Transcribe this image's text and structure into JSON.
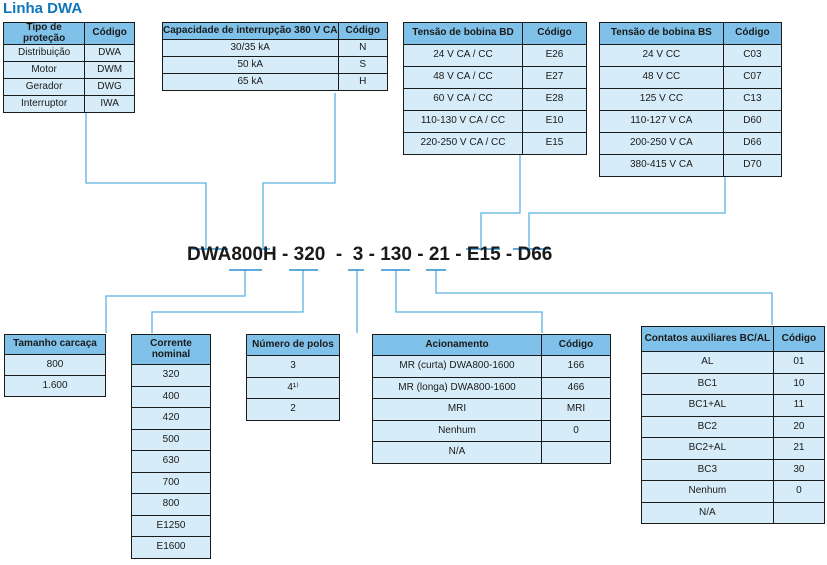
{
  "title": "Linha DWA",
  "code_string": "DWA800H - 320  -  3 - 130 - 21 - E15 - D66",
  "tables": {
    "protecao": {
      "headers": [
        "Tipo de proteção",
        "Código"
      ],
      "rows": [
        [
          "Distribuição",
          "DWA"
        ],
        [
          "Motor",
          "DWM"
        ],
        [
          "Gerador",
          "DWG"
        ],
        [
          "Interruptor",
          "IWA"
        ]
      ]
    },
    "capacidade": {
      "headers": [
        "Capacidade de interrupção 380 V CA",
        "Código"
      ],
      "rows": [
        [
          "30/35 kA",
          "N"
        ],
        [
          "50 kA",
          "S"
        ],
        [
          "65 kA",
          "H"
        ]
      ]
    },
    "bobina_bd": {
      "headers": [
        "Tensão de bobina BD",
        "Código"
      ],
      "rows": [
        [
          "24 V CA / CC",
          "E26"
        ],
        [
          "48 V CA / CC",
          "E27"
        ],
        [
          "60 V CA / CC",
          "E28"
        ],
        [
          "110-130 V CA / CC",
          "E10"
        ],
        [
          "220-250 V CA / CC",
          "E15"
        ]
      ]
    },
    "bobina_bs": {
      "headers": [
        "Tensão de bobina BS",
        "Código"
      ],
      "rows": [
        [
          "24 V CC",
          "C03"
        ],
        [
          "48 V CC",
          "C07"
        ],
        [
          "125 V CC",
          "C13"
        ],
        [
          "110-127 V CA",
          "D60"
        ],
        [
          "200-250 V CA",
          "D66"
        ],
        [
          "380-415 V CA",
          "D70"
        ]
      ]
    },
    "carcaca": {
      "headers": [
        "Tamanho carcaça"
      ],
      "rows": [
        [
          "800"
        ],
        [
          "1.600"
        ]
      ]
    },
    "corrente": {
      "headers": [
        "Corrente nominal"
      ],
      "rows": [
        [
          "320"
        ],
        [
          "400"
        ],
        [
          "420"
        ],
        [
          "500"
        ],
        [
          "630"
        ],
        [
          "700"
        ],
        [
          "800"
        ],
        [
          "E1250"
        ],
        [
          "E1600"
        ]
      ]
    },
    "polos": {
      "headers": [
        "Número de polos"
      ],
      "rows": [
        [
          "3"
        ],
        [
          "4¹⁾"
        ],
        [
          "2"
        ]
      ]
    },
    "acionamento": {
      "headers": [
        "Acionamento",
        "Código"
      ],
      "rows": [
        [
          "MR (curta) DWA800-1600",
          "166"
        ],
        [
          "MR (longa) DWA800-1600",
          "466"
        ],
        [
          "MRI",
          "MRI"
        ],
        [
          "Nenhum",
          "0"
        ],
        [
          "N/A",
          ""
        ]
      ]
    },
    "contatos": {
      "headers": [
        "Contatos auxiliares BC/AL",
        "Código"
      ],
      "rows": [
        [
          "AL",
          "01"
        ],
        [
          "BC1",
          "10"
        ],
        [
          "BC1+AL",
          "11"
        ],
        [
          "BC2",
          "20"
        ],
        [
          "BC2+AL",
          "21"
        ],
        [
          "BC3",
          "30"
        ],
        [
          "Nenhum",
          "0"
        ],
        [
          "N/A",
          ""
        ]
      ]
    }
  }
}
